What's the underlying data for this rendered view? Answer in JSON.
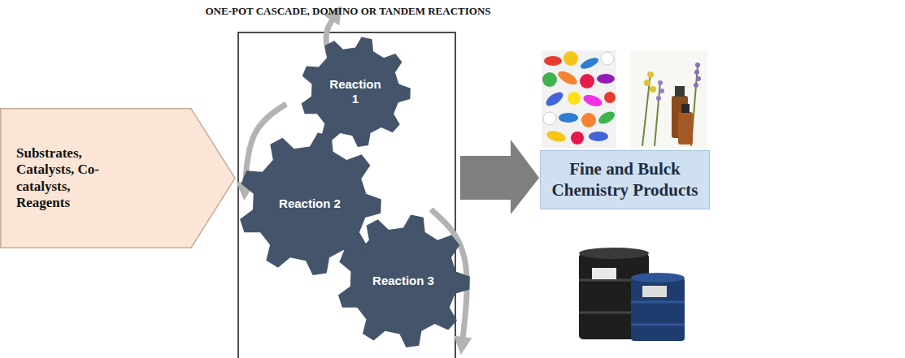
{
  "diagram": {
    "title": "ONE-POT CASCADE, DOMINO OR TANDEM REACTIONS",
    "nodes": [
      {
        "text": [
          "Substrates, Catalysts, Co-catalysts, Reagents"
        ]
      },
      {
        "text": [
          "Reaction 1"
        ]
      },
      {
        "text": [
          "Reaction 2"
        ]
      },
      {
        "text": [
          "Reaction 3"
        ]
      },
      {
        "text": [
          "Fine and Bulck Chemistry Products"
        ]
      }
    ]
  }
}
